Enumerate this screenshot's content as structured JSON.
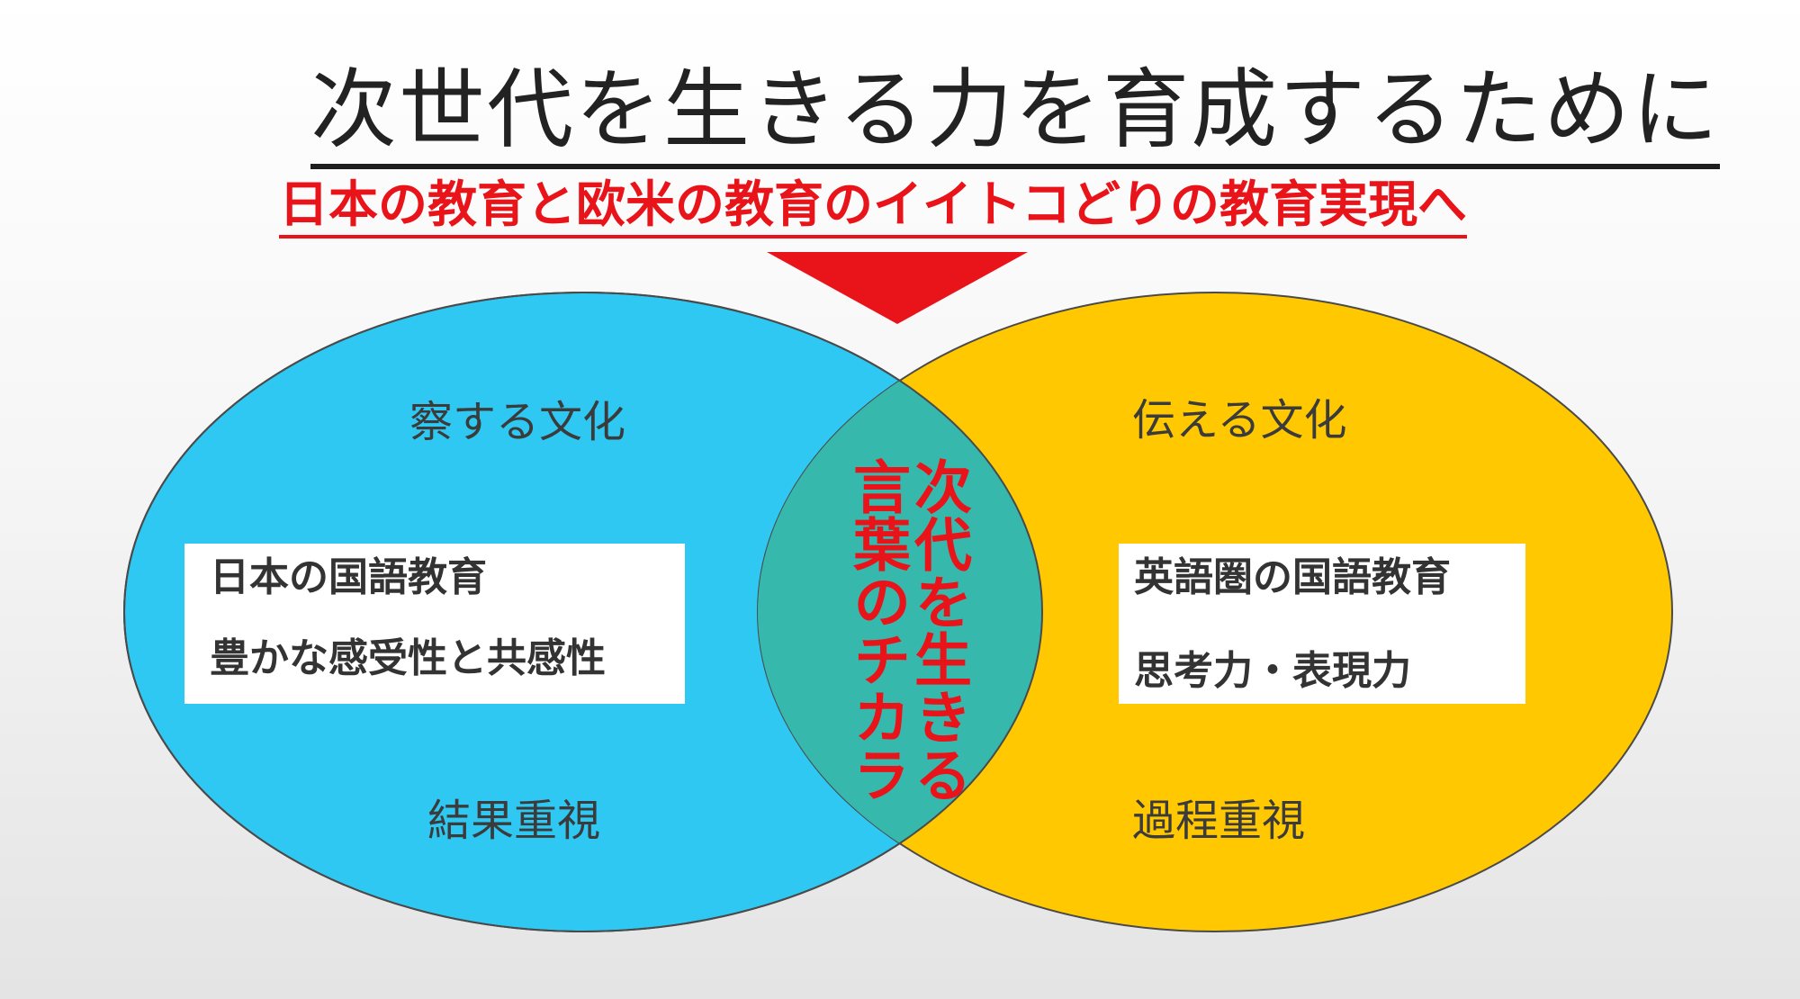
{
  "colors": {
    "title_text": "#222222",
    "accent_red": "#e8141a",
    "left_circle": "#2ec8f2",
    "right_circle": "#ffc800",
    "overlap": "#36b8ad",
    "box_background": "#ffffff",
    "body_text": "#333333"
  },
  "title": "次世代を生きる力を育成するために",
  "subtitle": "日本の教育と欧米の教育のイイトコどりの教育実現へ",
  "left": {
    "heading": "察する文化",
    "box_lines": [
      "日本の国語教育",
      "豊かな感受性と共感性"
    ],
    "footer": "結果重視"
  },
  "right": {
    "heading": "伝える文化",
    "box_lines": [
      "英語圏の国語教育",
      "思考力・表現力"
    ],
    "footer": "過程重視"
  },
  "center": {
    "lines": [
      "次代を生きる",
      "言葉のチカラ"
    ]
  }
}
